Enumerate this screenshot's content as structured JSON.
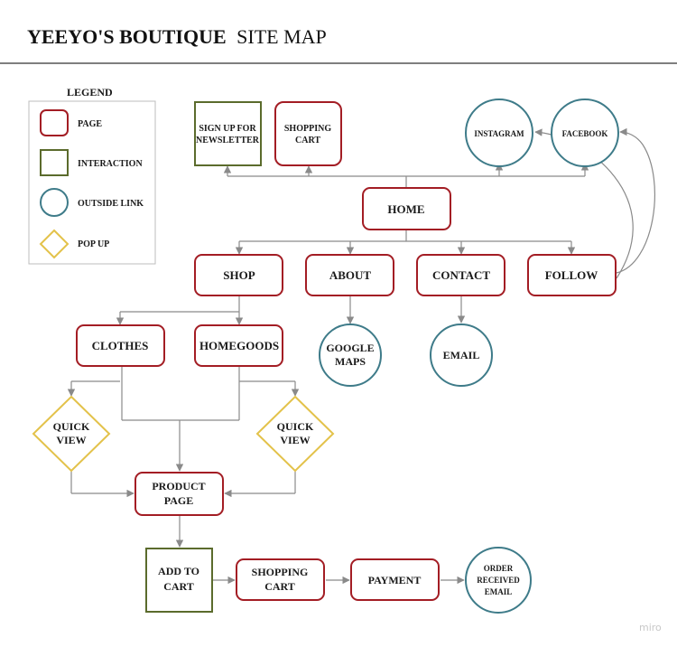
{
  "title": {
    "bold": "YEEYO'S BOUTIQUE",
    "rest": "SITE MAP"
  },
  "legend": {
    "heading": "LEGEND",
    "page": "PAGE",
    "interaction": "INTERACTION",
    "outside_link": "OUTSIDE LINK",
    "pop_up": "POP UP"
  },
  "colors": {
    "page": "#a31d24",
    "interaction": "#5b6b2c",
    "outside_link": "#3e7b89",
    "pop_up": "#e3c24a",
    "connector": "#8a8a8a"
  },
  "nodes": {
    "signup": [
      "SIGN UP FOR",
      "NEWSLETTER"
    ],
    "top_cart": [
      "SHOPPING",
      "CART"
    ],
    "instagram": "INSTAGRAM",
    "facebook": "FACEBOOK",
    "home": "HOME",
    "shop": "SHOP",
    "about": "ABOUT",
    "contact": "CONTACT",
    "follow": "FOLLOW",
    "clothes": "CLOTHES",
    "homegoods": "HOMEGOODS",
    "google_maps": [
      "GOOGLE",
      "MAPS"
    ],
    "email": "EMAIL",
    "quick_view_left": [
      "QUICK",
      "VIEW"
    ],
    "quick_view_right": [
      "QUICK",
      "VIEW"
    ],
    "product_page": [
      "PRODUCT",
      "PAGE"
    ],
    "add_to_cart": [
      "ADD TO",
      "CART"
    ],
    "bottom_cart": [
      "SHOPPING",
      "CART"
    ],
    "payment": "PAYMENT",
    "order_email": [
      "ORDER",
      "RECEIVED",
      "EMAIL"
    ]
  },
  "watermark": "miro"
}
